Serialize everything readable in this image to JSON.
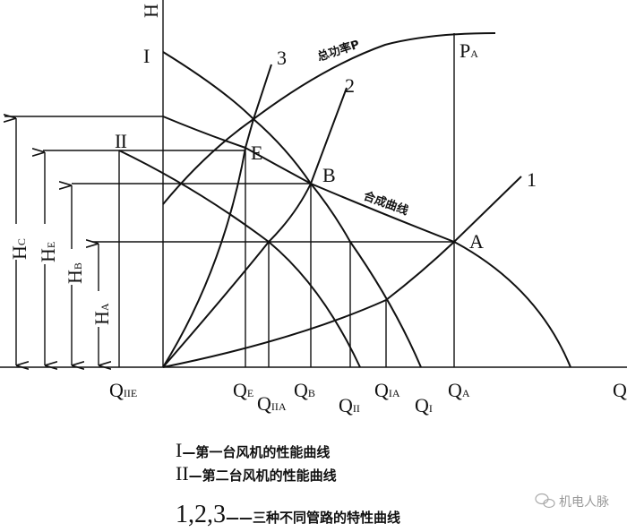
{
  "axes": {
    "h_label": "H",
    "q_label": "Q"
  },
  "curves": {
    "fan1": "I",
    "fan2": "II",
    "pipe1": "1",
    "pipe2": "2",
    "pipe3": "3",
    "power": "总功率P",
    "combined": "合成曲线"
  },
  "points": {
    "E": "E",
    "B": "B",
    "A": "A",
    "PA_main": "P",
    "PA_sub": "A"
  },
  "heights": [
    {
      "main": "H",
      "sub": "C"
    },
    {
      "main": "H",
      "sub": "E"
    },
    {
      "main": "H",
      "sub": "B"
    },
    {
      "main": "H",
      "sub": "A"
    }
  ],
  "flows": [
    {
      "main": "Q",
      "sub": "IIE"
    },
    {
      "main": "Q",
      "sub": "E"
    },
    {
      "main": "Q",
      "sub": "IIA"
    },
    {
      "main": "Q",
      "sub": "B"
    },
    {
      "main": "Q",
      "sub": "II"
    },
    {
      "main": "Q",
      "sub": "IA"
    },
    {
      "main": "Q",
      "sub": "I"
    },
    {
      "main": "Q",
      "sub": "A"
    }
  ],
  "legend": [
    {
      "key": "I",
      "text": "—第一台风机的性能曲线"
    },
    {
      "key": "II",
      "text": "—第二台风机的性能曲线"
    },
    {
      "key": "1,2,3",
      "text": "——三种不同管路的特性曲线"
    }
  ],
  "watermark": "机电人脉"
}
